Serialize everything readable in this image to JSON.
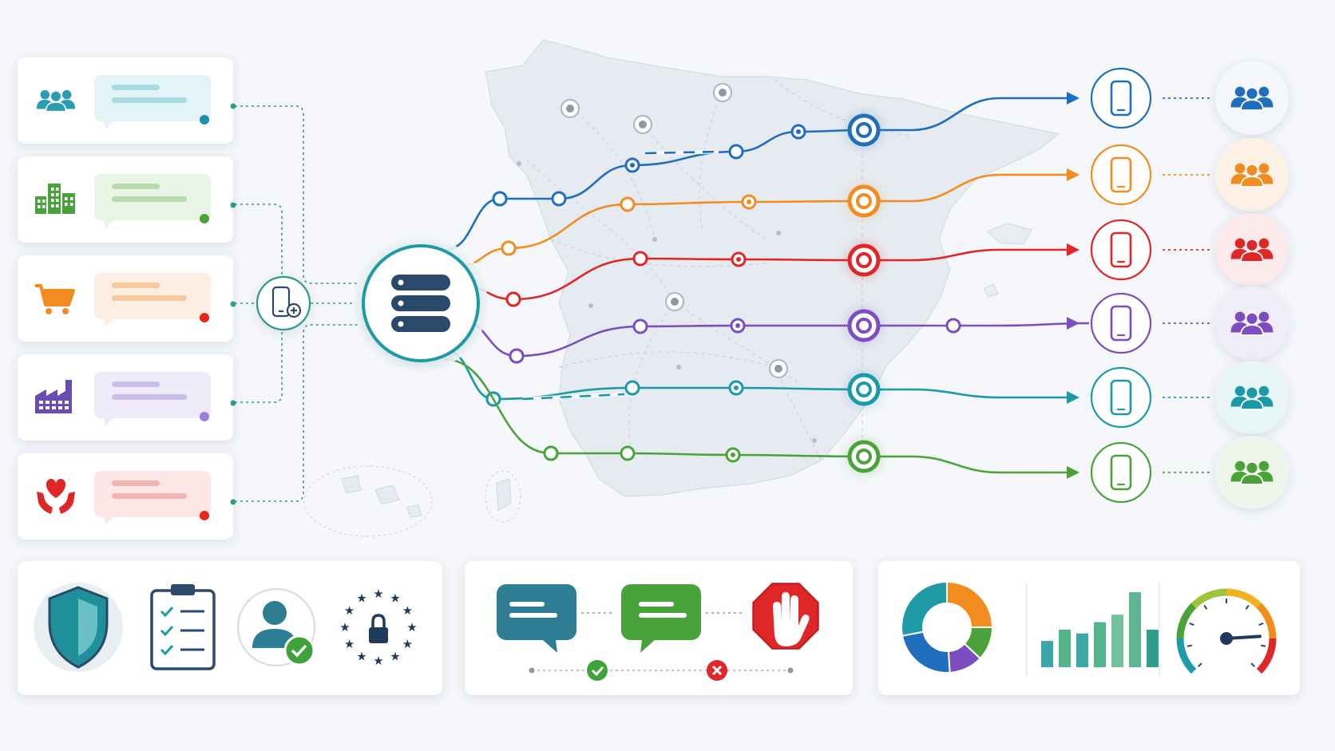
{
  "colors": {
    "background": "#f5f7fa",
    "hub": "#1f9aa6",
    "hub_icon": "#2b4a6b",
    "routes": [
      "#1f6fbd",
      "#f28c1f",
      "#e02727",
      "#7c4dbf",
      "#1a9aa6",
      "#4aa33a"
    ],
    "senders": [
      "#2a9db1",
      "#4aa33a",
      "#f28c1f",
      "#6a4bb0",
      "#e02727"
    ],
    "dots": [
      "#1a8fa9",
      "#4aa33a",
      "#e8271c",
      "#9b7fd9",
      "#e8271c"
    ]
  },
  "senders": [
    {
      "icon": "people-icon",
      "color": "#2a9db1",
      "bubble": "#e3f4f6",
      "line": "#a7dbe2",
      "dot": "#1a8fa9"
    },
    {
      "icon": "buildings-icon",
      "color": "#4aa33a",
      "bubble": "#e8f4e4",
      "line": "#b9dcae",
      "dot": "#4aa33a"
    },
    {
      "icon": "cart-icon",
      "color": "#f28c1f",
      "bubble": "#fdeee2",
      "line": "#f8c79b",
      "dot": "#e8271c"
    },
    {
      "icon": "factory-icon",
      "color": "#6a4bb0",
      "bubble": "#eeeaf8",
      "line": "#c9bdea",
      "dot": "#9b7fd9"
    },
    {
      "icon": "heart-hands-icon",
      "color": "#e02727",
      "bubble": "#fde7e7",
      "line": "#f5b2b2",
      "dot": "#e8271c"
    }
  ],
  "connector_icon": "phone-add-icon",
  "hub_icon": "server-icon",
  "recipients": [
    {
      "color": "#1f6fbd",
      "tint": "#f4f7fb",
      "icon": "phone-icon",
      "group_icon": "people-icon"
    },
    {
      "color": "#f28c1f",
      "tint": "#fdf1e6",
      "icon": "phone-icon",
      "group_icon": "people-icon"
    },
    {
      "color": "#e02727",
      "tint": "#fce9e9",
      "icon": "phone-icon",
      "group_icon": "people-icon"
    },
    {
      "color": "#7c4dbf",
      "tint": "#f1edf8",
      "icon": "phone-icon",
      "group_icon": "people-icon"
    },
    {
      "color": "#1a9aa6",
      "tint": "#e8f6f6",
      "icon": "phone-icon",
      "group_icon": "people-icon"
    },
    {
      "color": "#4aa33a",
      "tint": "#eef6ec",
      "icon": "phone-icon",
      "group_icon": "people-icon"
    }
  ],
  "compliance_icons": [
    "shield-icon",
    "checklist-icon",
    "verified-user-icon",
    "eu-lock-icon"
  ],
  "moderation_icons": [
    "message-icon",
    "message-icon",
    "stop-hand-icon",
    "check-icon",
    "cross-icon"
  ],
  "analytics_icons": [
    "donut-chart-icon",
    "bar-chart-icon",
    "gauge-icon"
  ],
  "donut_shares": [
    0.25,
    0.12,
    0.12,
    0.23,
    0.28
  ],
  "bar_levels": [
    0.35,
    0.5,
    0.45,
    0.6,
    0.7,
    1.0,
    0.5
  ],
  "gauge_level": 0.82
}
